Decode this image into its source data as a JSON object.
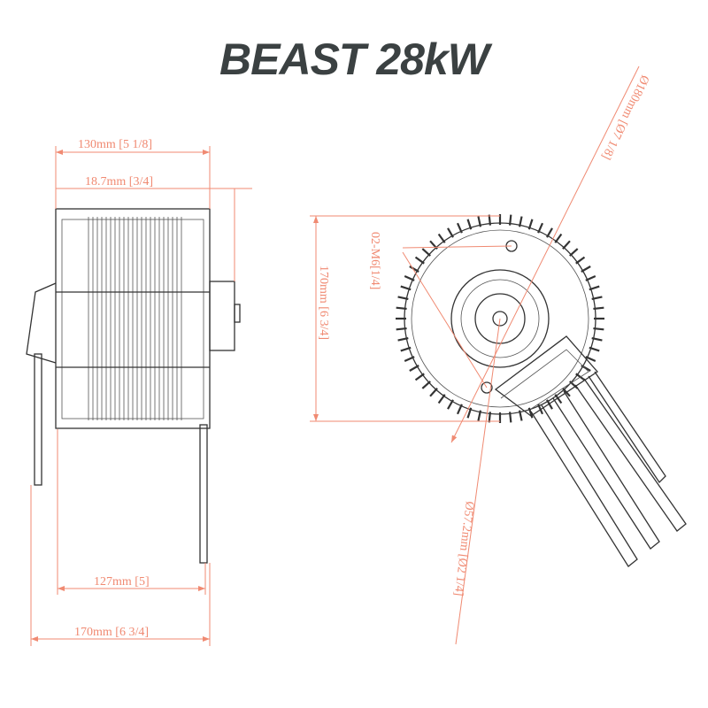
{
  "title": "BEAST 28kW",
  "dimensions": {
    "overall_width": "130mm [5 1/8]",
    "shaft_length": "18.7mm [3/4]",
    "mount_spacing": "127mm [5]",
    "mount_width": "170mm [6 3/4]",
    "height": "170mm [6 3/4]",
    "outer_diameter": "Ø180mm [Ø7 1/8]",
    "bolt_circle": "Ø57.2mm [Ø2 1/4]",
    "mount_holes": "02-M6[1/4]"
  },
  "colors": {
    "dimension": "#f08a72",
    "title": "#3b4142",
    "drawing": "#333333"
  }
}
